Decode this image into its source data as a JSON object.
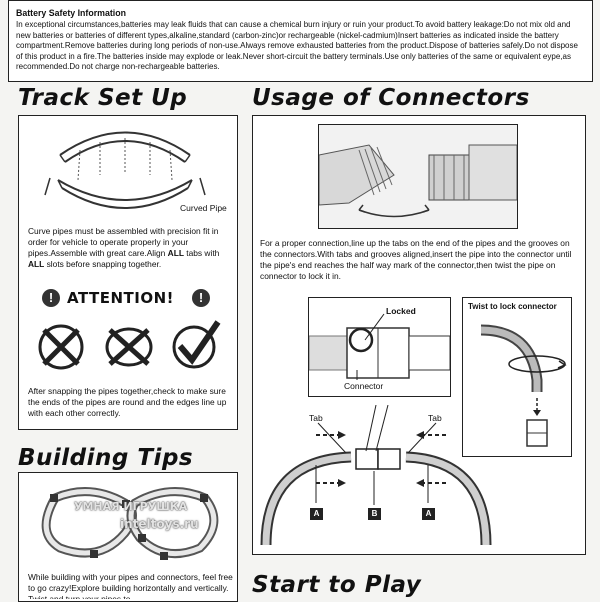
{
  "safety": {
    "title": "Battery Safety Information",
    "text": "In exceptional circumstances,batteries may leak fluids that can cause a chemical burn injury or ruin your product.To avoid battery leakage:Do not mix old and new batteries or batteries of different types,alkaline,standard (carbon-zinc)or rechargeable (nickel-cadmium)Insert batteries as indicated inside the battery compartment.Remove batteries during long periods of non-use.Always remove exhausted batteries from the product.Dispose of batteries safely.Do not dispose of this product in a fire.The batteries inside may explode or leak.Never short-circuit the battery terminals.Use only batteries of the same or equivalent eype,as recommended.Do not charge non-rechargeable batteries."
  },
  "track_setup": {
    "heading": "Track Set Up",
    "curved_pipe_label": "Curved Pipe",
    "text_part1": "Curve pipes must be assembled with precision fit in order for vehicle to operate properly in your pipes.Assemble with great care.Align ",
    "all1": "ALL",
    "text_part2": " tabs with ",
    "all2": "ALL",
    "text_part3": " slots before snapping together.",
    "attention": "ATTENTION!",
    "attention_mark": "!",
    "after_text": "After snapping the pipes together,check to make sure the ends of the pipes are round and the edges line up with each other correctly."
  },
  "usage": {
    "heading": "Usage of Connectors",
    "text": "For a proper connection,line up the tabs on the end of the pipes and the grooves on the connectors.With tabs and grooves aligned,insert the pipe into the connector until the pipe's end reaches the half way mark of the connector,then twist the pipe on connector to lock it in.",
    "locked_label": "Locked",
    "connector_label": "Connector",
    "twist_label": "Twist to lock connector",
    "tab_left": "Tab",
    "tab_right": "Tab",
    "tag_a1": "A",
    "tag_b": "B",
    "tag_a2": "A"
  },
  "building": {
    "heading": "Building Tips",
    "text": "While building with your pipes and connectors, feel free to go crazy!Explore building horizontally and vertically. Twist and turn your pipes to"
  },
  "start": {
    "heading": "Start to Play"
  },
  "watermark": {
    "line1": "УМНАЯ ИГРУШКА",
    "line2": "inteltoys.ru"
  },
  "colors": {
    "ink": "#111111",
    "paper": "#ffffff",
    "background": "#f4f4f2"
  }
}
